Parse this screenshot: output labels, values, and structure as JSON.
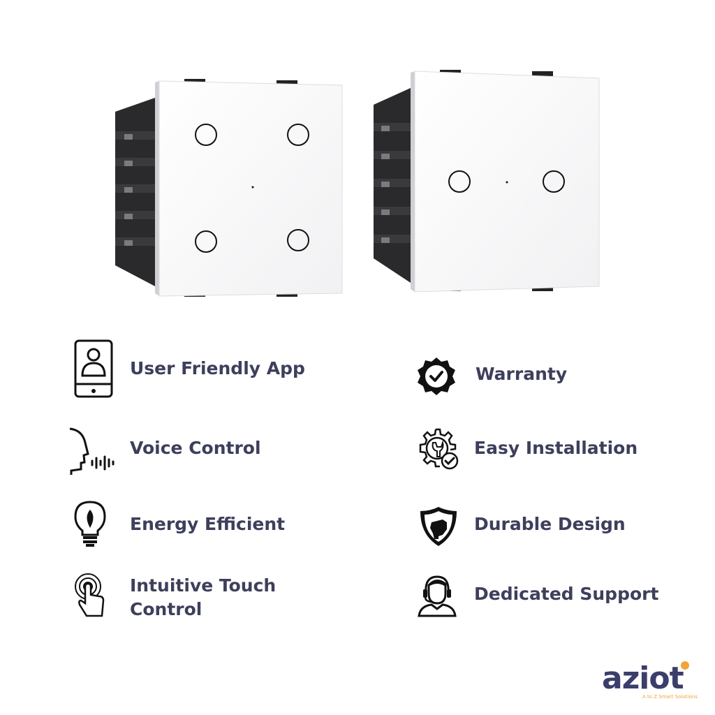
{
  "features": {
    "left": [
      {
        "label": "User Friendly App",
        "icon": "phone-user-icon"
      },
      {
        "label": "Voice Control",
        "icon": "voice-icon"
      },
      {
        "label": "Energy Efficient",
        "icon": "bulb-leaf-icon"
      },
      {
        "label_line1": "Intuitive Touch",
        "label_line2": "Control",
        "icon": "touch-icon"
      }
    ],
    "right": [
      {
        "label": "Warranty",
        "icon": "badge-check-icon"
      },
      {
        "label": "Easy Installation",
        "icon": "gear-wrench-icon"
      },
      {
        "label": "Durable Design",
        "icon": "shield-fist-icon"
      },
      {
        "label": "Dedicated Support",
        "icon": "headset-agent-icon"
      }
    ]
  },
  "brand": {
    "name": "aziot",
    "tagline": "A to Z Smart Solutions",
    "colors": {
      "primary": "#3b3d6b",
      "accent": "#f2a33a",
      "text": "#3d3f5c"
    }
  }
}
